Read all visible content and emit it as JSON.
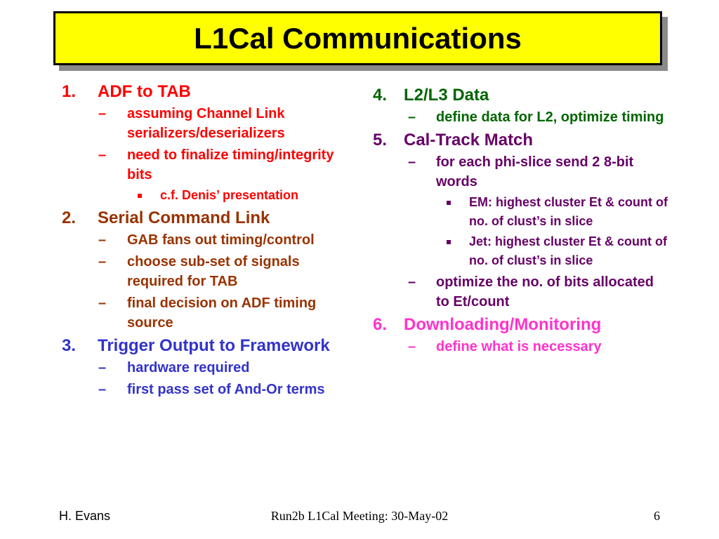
{
  "title": "L1Cal Communications",
  "colors": {
    "title_bg": "#ffff00",
    "red": "#ff0000",
    "brown": "#993300",
    "blue": "#3333cc",
    "green": "#006600",
    "purple": "#660066",
    "magenta": "#ff33cc"
  },
  "left": {
    "i1": {
      "num": "1.",
      "label": "ADF to TAB",
      "s1": "assuming Channel Link serializers/deserializers",
      "s2": "need to finalize timing/integrity bits",
      "s2b1": "c.f. Denis’ presentation"
    },
    "i2": {
      "num": "2.",
      "label": "Serial Command Link",
      "s1": "GAB fans out timing/control",
      "s2": "choose sub-set of signals required for TAB",
      "s3": "final decision on ADF timing source"
    },
    "i3": {
      "num": "3.",
      "label": "Trigger Output to Framework",
      "s1": "hardware required",
      "s2": "first pass set of And-Or terms"
    }
  },
  "right": {
    "i4": {
      "num": "4.",
      "label": "L2/L3 Data",
      "s1": "define data for L2, optimize timing"
    },
    "i5": {
      "num": "5.",
      "label": "Cal-Track Match",
      "s1": "for each phi-slice send 2 8-bit words",
      "s1b1": "EM: highest cluster Et & count of no. of clust’s in slice",
      "s1b2": "Jet: highest cluster Et & count of no. of clust’s in slice",
      "s2": "optimize the no. of bits allocated to Et/count"
    },
    "i6": {
      "num": "6.",
      "label": "Downloading/Monitoring",
      "s1": "define what is necessary"
    }
  },
  "footer": {
    "author": "H. Evans",
    "meeting": "Run2b L1Cal Meeting: 30-May-02",
    "page": "6"
  }
}
